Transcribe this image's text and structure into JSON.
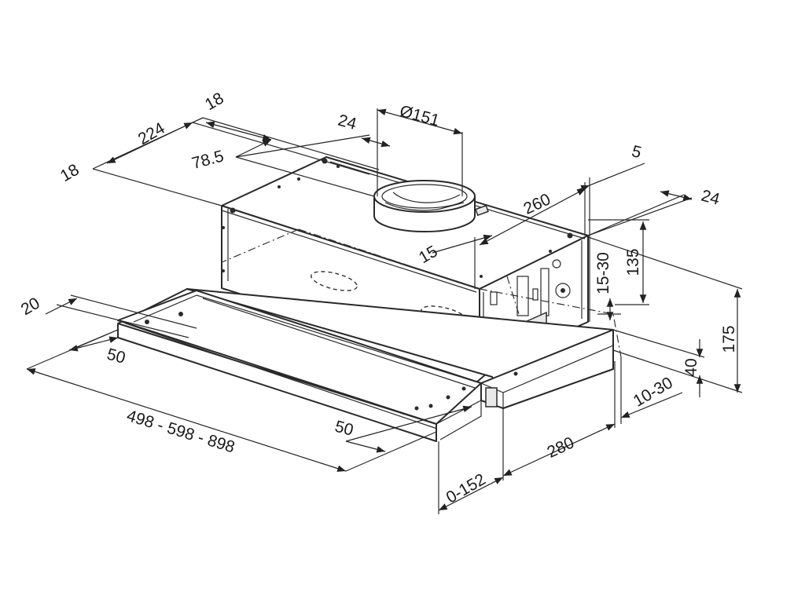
{
  "dimensions": {
    "d18_top": "18",
    "d224": "224",
    "d24_top": "24",
    "d151": "Ø151",
    "d18_left": "18",
    "d78_5": "78.5",
    "d5": "5",
    "d260": "260",
    "d24_right": "24",
    "d15": "15",
    "d15_30": "15-30",
    "d135": "135",
    "d175": "175",
    "d20": "20",
    "d50_left": "50",
    "d40": "40",
    "d10_30": "10-30",
    "d498": "498  - 598 - 898",
    "d50_bottom": "50",
    "d280": "280",
    "d0_152": "0-152"
  }
}
